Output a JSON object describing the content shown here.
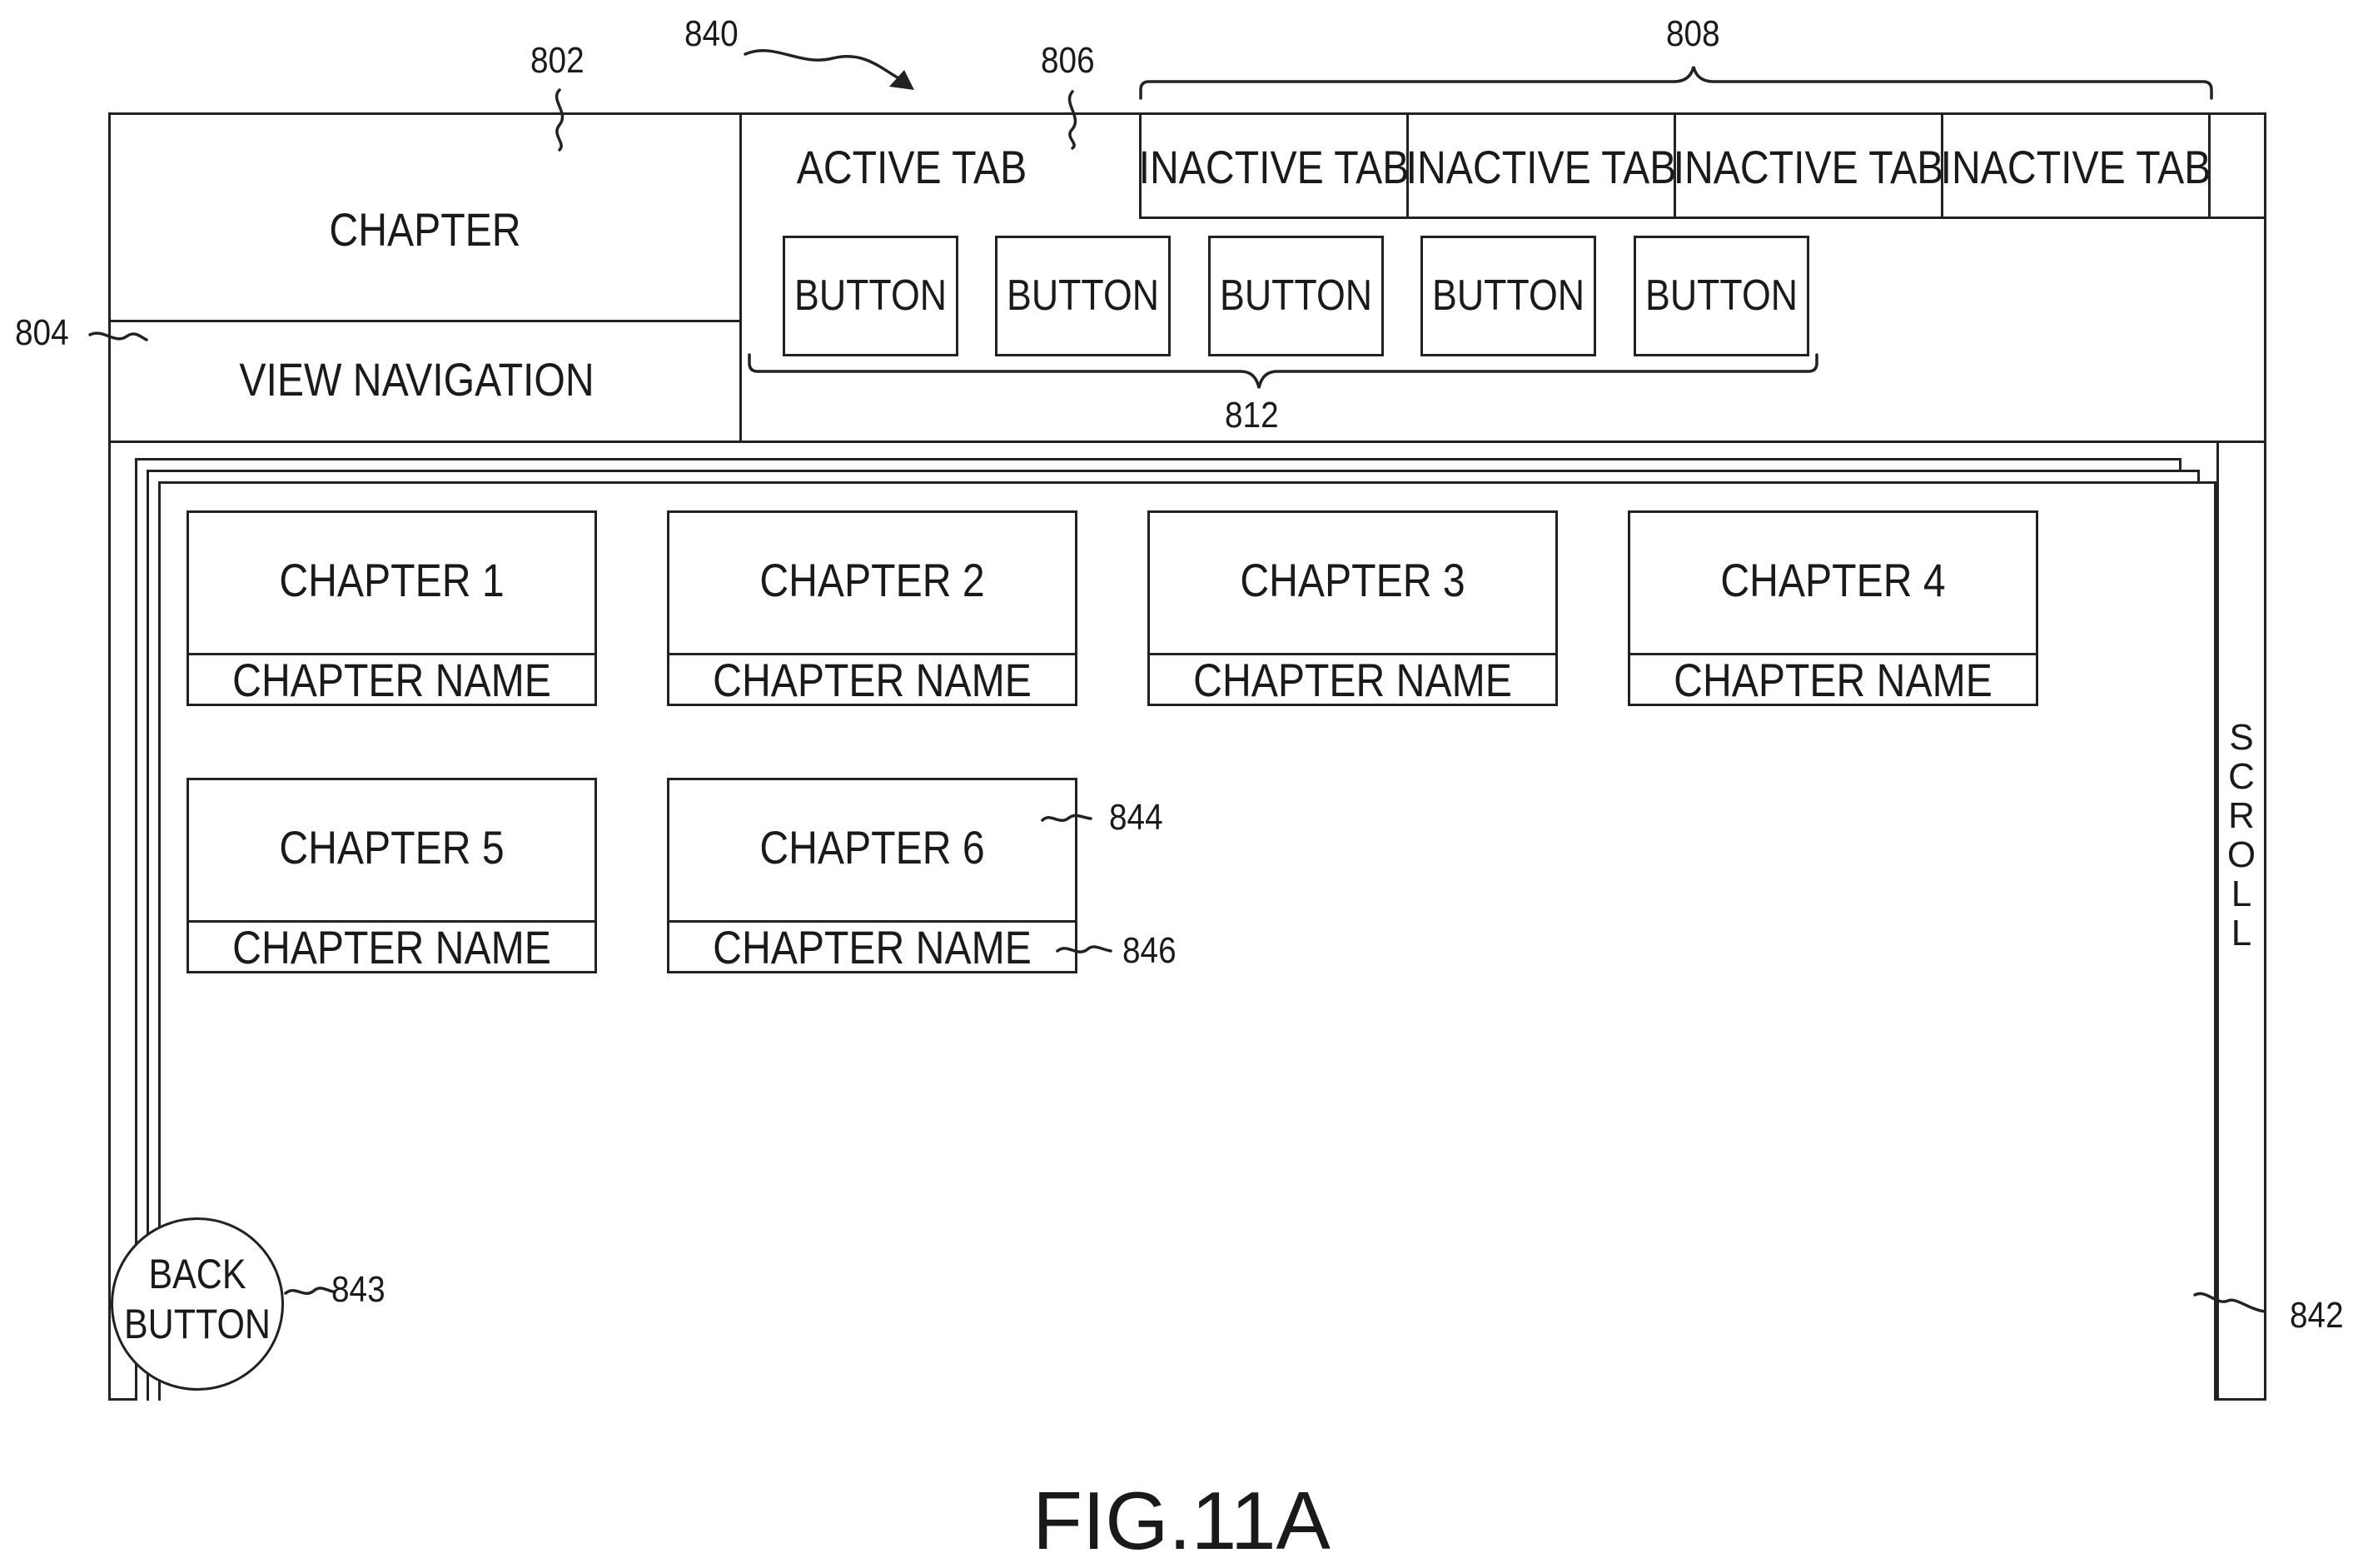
{
  "header": {
    "chapter_label": "CHAPTER",
    "view_navigation_label": "VIEW NAVIGATION"
  },
  "tabs": {
    "active": "ACTIVE TAB",
    "inactive": [
      "INACTIVE TAB",
      "INACTIVE TAB",
      "INACTIVE TAB",
      "INACTIVE TAB"
    ]
  },
  "buttons": [
    "BUTTON",
    "BUTTON",
    "BUTTON",
    "BUTTON",
    "BUTTON"
  ],
  "chapters": [
    {
      "title": "CHAPTER 1",
      "name": "CHAPTER NAME"
    },
    {
      "title": "CHAPTER 2",
      "name": "CHAPTER NAME"
    },
    {
      "title": "CHAPTER 3",
      "name": "CHAPTER NAME"
    },
    {
      "title": "CHAPTER 4",
      "name": "CHAPTER NAME"
    },
    {
      "title": "CHAPTER 5",
      "name": "CHAPTER NAME"
    },
    {
      "title": "CHAPTER 6",
      "name": "CHAPTER NAME"
    }
  ],
  "scroll_label": [
    "S",
    "C",
    "R",
    "O",
    "L",
    "L"
  ],
  "back_button": {
    "line1": "BACK",
    "line2": "BUTTON"
  },
  "refs": {
    "r802": "802",
    "r804": "804",
    "r806": "806",
    "r808": "808",
    "r812": "812",
    "r840": "840",
    "r842": "842",
    "r843": "843",
    "r844": "844",
    "r846": "846"
  },
  "figure_caption": "FIG.11A"
}
